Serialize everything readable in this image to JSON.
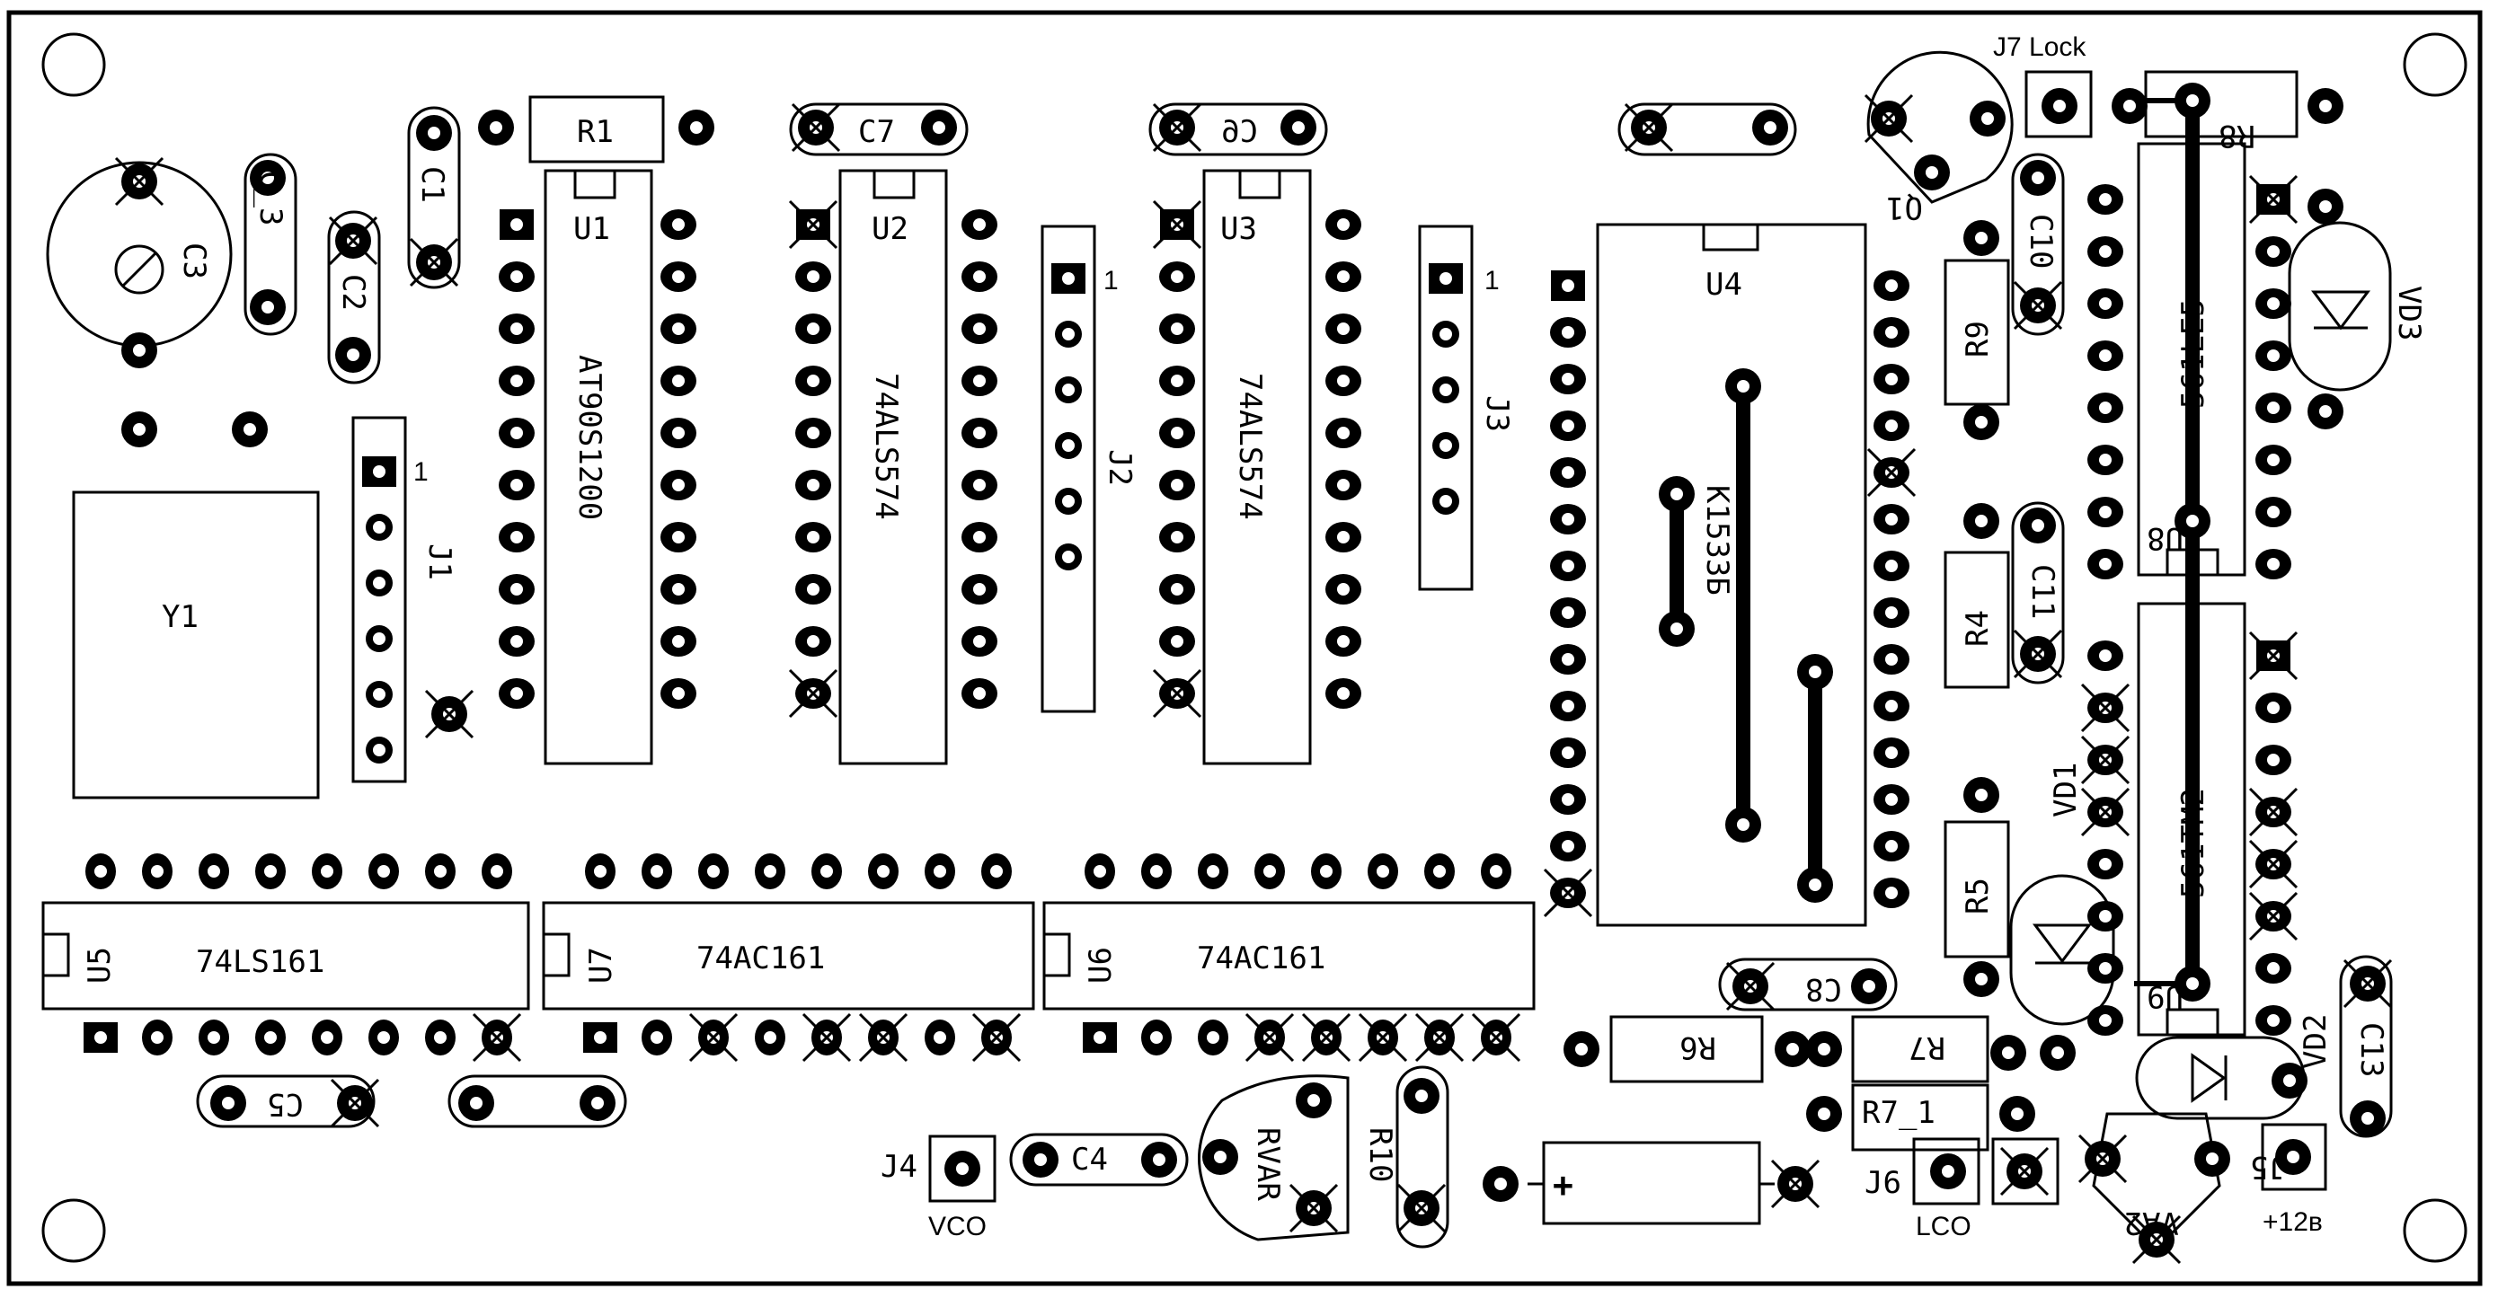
{
  "labels": {
    "r1": "R1",
    "u1": "U1",
    "c7": "C7",
    "u2": "U2",
    "c6": "C6",
    "u3": "U3",
    "u4": "U4",
    "j7": "J7 Lock",
    "r8": "R8",
    "q1": "Q1",
    "c1": "C1",
    "c2": "C2",
    "c3": "C3",
    "c_3": "C_3",
    "c10": "C10",
    "r9": "R9",
    "vd3": "VD3",
    "u8": "U8",
    "le5": "561LE5",
    "at": "AT90S1200",
    "ic2": "74ALS574",
    "ic3": "74ALS574",
    "kr": "K1533Б",
    "j1": "J1",
    "j2": "J2",
    "j3": "J3",
    "y1": "Y1",
    "c11": "C11",
    "r4": "R4",
    "vd1": "VD1",
    "r5": "R5",
    "u9": "U9",
    "tm2": "561TM2",
    "u5": "U5",
    "u7": "U7",
    "u6": "U6",
    "ls161": "74LS161",
    "ac161a": "74AC161",
    "ac161b": "74AC161",
    "c8": "C8",
    "r6": "R6",
    "r7": "R7",
    "r7_1": "R7_1",
    "vd2": "VD2",
    "c13": "C13",
    "c5": "C5",
    "c4": "C4",
    "j4": "J4",
    "vco": "VCO",
    "rvar": "RVAR",
    "r10": "R10",
    "plus": "+",
    "j6": "J6",
    "lco": "LCO",
    "j5": "J5",
    "p12": "+12в",
    "va2": "VA2",
    "pin1a": "1",
    "pin1b": "1",
    "pin1c": "1"
  }
}
